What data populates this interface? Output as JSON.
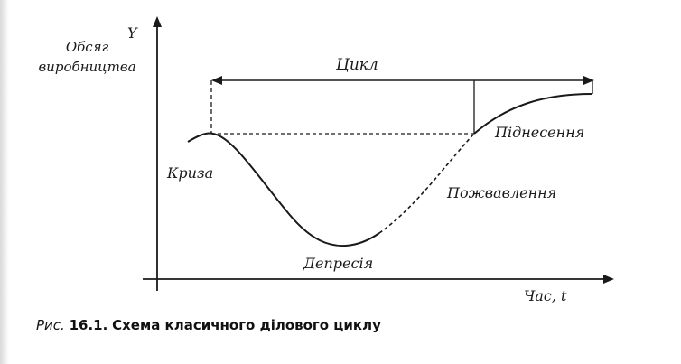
{
  "diagram": {
    "axis_y_letter": "Y",
    "axis_y_label_line1": "Обсяг",
    "axis_y_label_line2": "виробництва",
    "axis_x_label": "Час, t",
    "cycle_label": "Цикл",
    "phases": {
      "crisis": "Криза",
      "depression": "Депресія",
      "revival": "Пожвавлення",
      "upswing": "Піднесення"
    }
  },
  "caption": {
    "prefix": "Рис.",
    "number": "16.1.",
    "title": "Схема класичного ділового циклу"
  },
  "colors": {
    "ink": "#1a1a1a",
    "scan_edge": "#d9d9d9"
  }
}
